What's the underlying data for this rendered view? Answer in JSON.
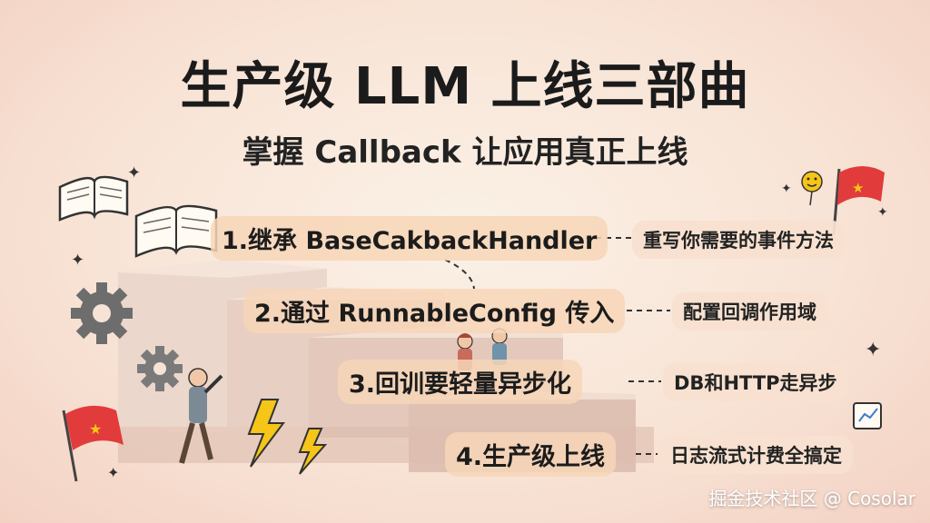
{
  "title": "生产级 LLM 上线三部曲",
  "subtitle": "掌握 Callback 让应用真正上线",
  "steps": [
    {
      "label": "1.继承 BaseCakbackHandler",
      "desc": "重写你需要的事件方法"
    },
    {
      "label": "2.通过 RunnableConfig 传入",
      "desc": "配置回调作用域"
    },
    {
      "label": "3.回训要轻量异步化",
      "desc": "DB和HTTP走异步"
    },
    {
      "label": "4.生产级上线",
      "desc": "日志流式计费全搞定"
    }
  ],
  "watermark": "掘金技术社区 @ Cosolar",
  "colors": {
    "flag": "#e23b3b",
    "lightning": "#f5c518",
    "gear": "#6d6d6d",
    "stairs": "#e9d2c6"
  }
}
